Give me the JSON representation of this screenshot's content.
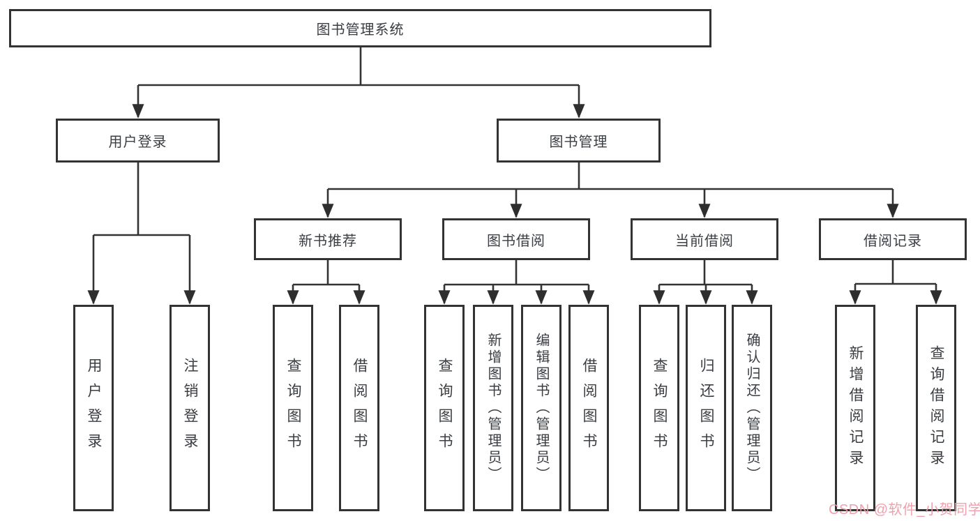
{
  "diagram_type": "hierarchy-tree",
  "colors": {
    "line": "#333333",
    "box_border": "#333333",
    "box_fill": "#ffffff",
    "text": "#3a3d42",
    "watermark": "#f09ba7",
    "background": "#ffffff"
  },
  "tree": {
    "label": "图书管理系统",
    "children": [
      {
        "label": "用户登录",
        "children": [
          {
            "label": "用户登录"
          },
          {
            "label": "注销登录"
          }
        ]
      },
      {
        "label": "图书管理",
        "children": [
          {
            "label": "新书推荐",
            "children": [
              {
                "label": "查询图书"
              },
              {
                "label": "借阅图书"
              }
            ]
          },
          {
            "label": "图书借阅",
            "children": [
              {
                "label": "查询图书"
              },
              {
                "label": "新增图书（管理员）"
              },
              {
                "label": "编辑图书（管理员）"
              },
              {
                "label": "借阅图书"
              }
            ]
          },
          {
            "label": "当前借阅",
            "children": [
              {
                "label": "查询图书"
              },
              {
                "label": "归还图书"
              },
              {
                "label": "确认归还（管理员）"
              }
            ]
          },
          {
            "label": "借阅记录",
            "children": [
              {
                "label": "新增借阅记录"
              },
              {
                "label": "查询借阅记录"
              }
            ]
          }
        ]
      }
    ]
  },
  "watermark": "CSDN @软件_小贺同学"
}
